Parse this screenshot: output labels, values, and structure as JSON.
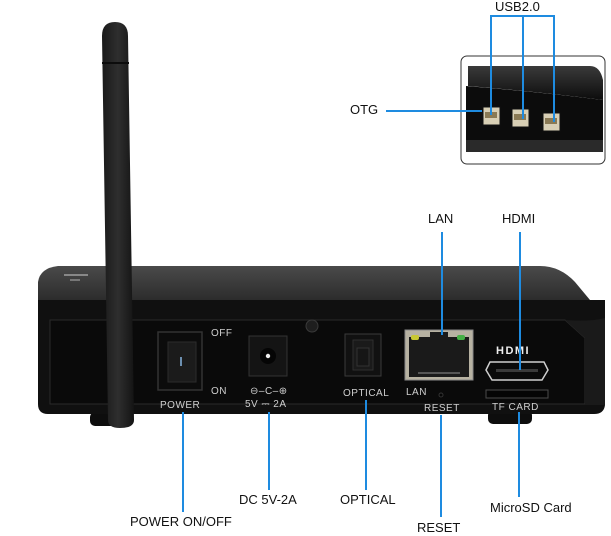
{
  "diagram": {
    "subject": "Android TV box rear panel",
    "accent_color": "#1e8be0",
    "callouts": {
      "usb": "USB2.0",
      "otg": "OTG",
      "lan": "LAN",
      "hdmi": "HDMI",
      "power": "POWER ON/OFF",
      "dc": "DC 5V-2A",
      "optical": "OPTICAL",
      "reset": "RESET",
      "microsd": "MicroSD Card"
    },
    "panel_markings": {
      "off": "OFF",
      "on": "ON",
      "power": "POWER",
      "dc_polarity": "⊖–C–⊕",
      "dc_rating": "5V ⎓ 2A",
      "optical": "OPTICAL",
      "lan": "LAN",
      "reset": "RESET",
      "hdmi_logo": "HDMI",
      "tf_card": "TF CARD"
    }
  }
}
